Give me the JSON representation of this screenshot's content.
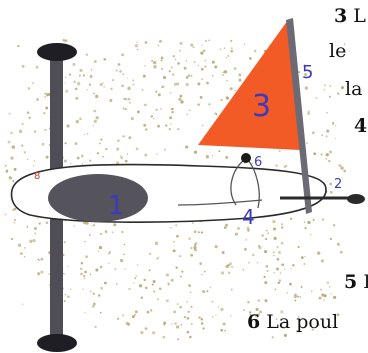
{
  "side_text": {
    "line1_number": "3",
    "line1_text": "L",
    "line2_text": "le",
    "line3_text": "la",
    "line4_number": "4",
    "line5_number": "5",
    "line5_text": "L",
    "line6_number": "6",
    "line6_text": "La poul"
  },
  "drawing_numbers": {
    "hull_core": "1",
    "tiller": "2",
    "sail": "3",
    "deck": "4",
    "mast": "5",
    "pulley": "6",
    "bow": "8"
  },
  "colors": {
    "sail": "#f25a26",
    "hull_core": "#55545c",
    "mast": "#6c6a74",
    "axle": "#4f4d55",
    "sand": "#b5a66d",
    "ink_blue": "#3b3bbf",
    "ink_red": "#d23a2a"
  }
}
